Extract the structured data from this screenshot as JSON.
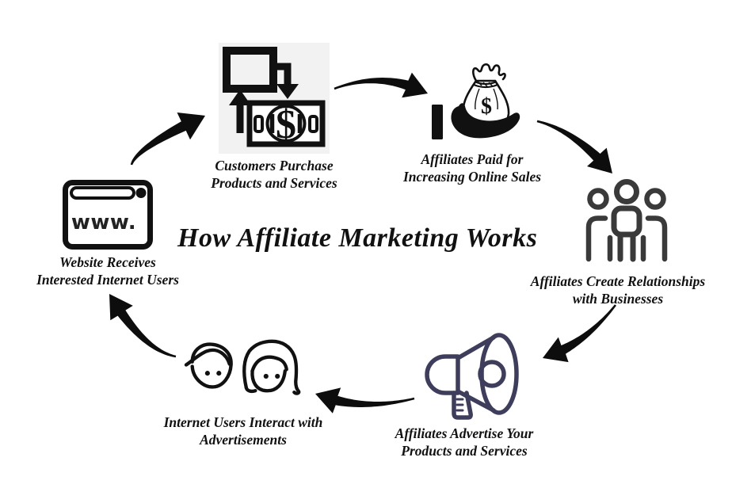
{
  "title": "How Affiliate Marketing Works",
  "nodes": {
    "customers": {
      "line1": "Customers Purchase",
      "line2": "Products and Services"
    },
    "paid": {
      "line1": "Affiliates Paid for",
      "line2": "Increasing Online Sales"
    },
    "relationships": {
      "line1": "Affiliates Create Relationships",
      "line2": "with Businesses"
    },
    "advertise": {
      "line1": "Affiliates Advertise Your",
      "line2": "Products and Services"
    },
    "interact": {
      "line1": "Internet Users Interact with",
      "line2": "Advertisements"
    },
    "website": {
      "line1": "Website Receives",
      "line2": "Interested Internet Users"
    }
  },
  "icon_text": {
    "browser_url": "www.",
    "bill_currency": "$",
    "bag_currency": "$"
  },
  "colors": {
    "ink": "#111111",
    "arrow": "#0d0d0d",
    "people": "#3a3a3a",
    "megaphone": "#3e3e5c",
    "icon_bg": "#f2f2f2",
    "background": "#ffffff"
  }
}
